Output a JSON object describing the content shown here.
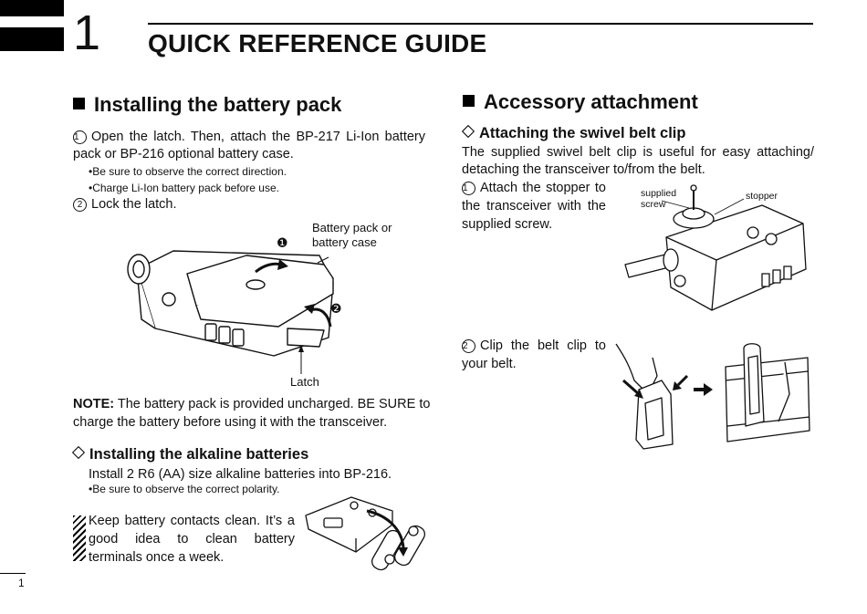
{
  "header": {
    "chapter_number": "1",
    "title": "QUICK REFERENCE GUIDE"
  },
  "left": {
    "heading": "Installing the battery pack",
    "steps": [
      {
        "num": "1",
        "text": "Open the latch. Then, attach the BP-217 Li-Ion battery pack or BP-216 optional battery case."
      },
      {
        "num": "2",
        "text": "Lock the latch."
      }
    ],
    "bullets": [
      "•Be sure to observe the correct direction.",
      "•Charge Li-Ion battery pack before use."
    ],
    "figure_labels": {
      "battery": "Battery pack or battery case",
      "latch": "Latch",
      "marker1": "❶",
      "marker2": "❷"
    },
    "note_label": "NOTE:",
    "note_text": " The battery pack is provided uncharged. BE SURE to charge the battery before using it with the transceiver.",
    "alkaline": {
      "heading": "Installing the alkaline batteries",
      "text": "Install 2 R6 (AA) size alkaline batteries into BP-216.",
      "bullet": "•Be sure to observe the correct polarity."
    },
    "tip": "Keep battery contacts clean. It’s a good idea to clean battery terminals once a week."
  },
  "right": {
    "heading": "Accessory attachment",
    "subheading": "Attaching the swivel belt clip",
    "intro": "The supplied swivel belt clip is useful for easy attaching/ detaching the transceiver to/from the belt.",
    "steps": [
      {
        "num": "1",
        "text": "Attach the stopper to the transceiver with the supplied screw."
      },
      {
        "num": "2",
        "text": "Clip the belt clip to your belt."
      }
    ],
    "figure_labels": {
      "screw": "supplied screw",
      "stopper": "stopper"
    }
  },
  "footer": {
    "page_number": "1"
  }
}
